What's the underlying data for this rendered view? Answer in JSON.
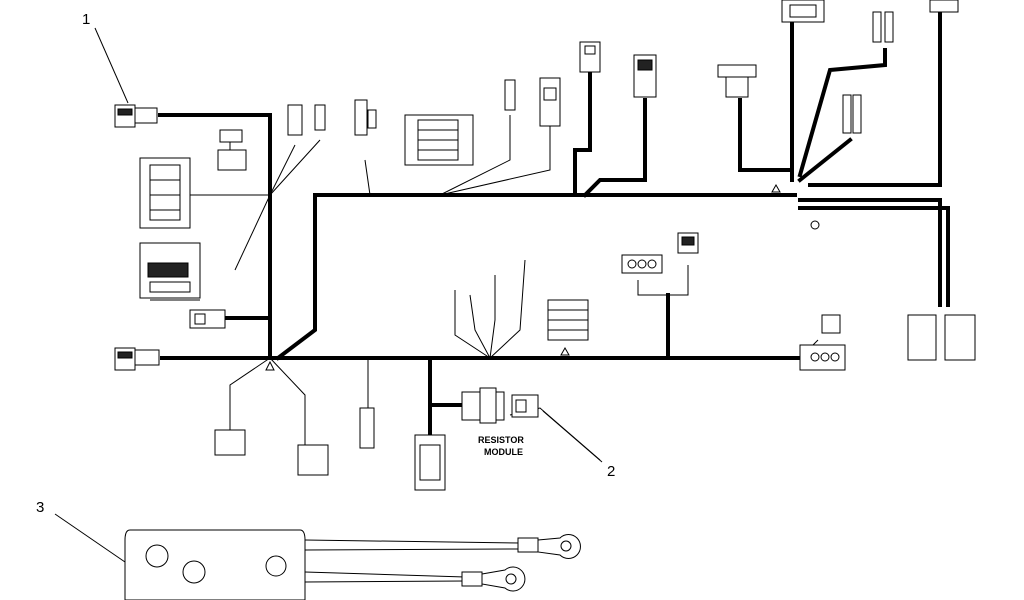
{
  "diagram": {
    "callouts": [
      "1",
      "2",
      "3"
    ],
    "resistor_label_line1": "RESISTOR",
    "resistor_label_line2": "MODULE"
  }
}
